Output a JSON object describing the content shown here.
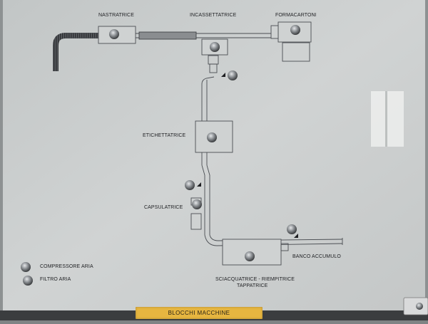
{
  "labels": {
    "nastratrice": "NASTRATRICE",
    "incassettatrice": "INCASSETTATRICE",
    "formacartoni": "FORMACARTONI",
    "etichettatrice": "ETICHETTATRICE",
    "capsulatrice": "CAPSULATRICE",
    "banco_accumulo": "BANCO ACCUMULO",
    "sciacquatrice_line1": "SCIACQUATRICE - RIEMPITRICE",
    "sciacquatrice_line2": "TAPPATRICE"
  },
  "legend": {
    "compressore": "COMPRESSORE ARIA",
    "filtro": "FILTRO ARIA"
  },
  "title": "BLOCCHI  MACCHINE",
  "colors": {
    "panel": "#c9cccc",
    "line": "#4a4d52",
    "strip": "#e7b640",
    "frame": "#3b3d3f"
  }
}
